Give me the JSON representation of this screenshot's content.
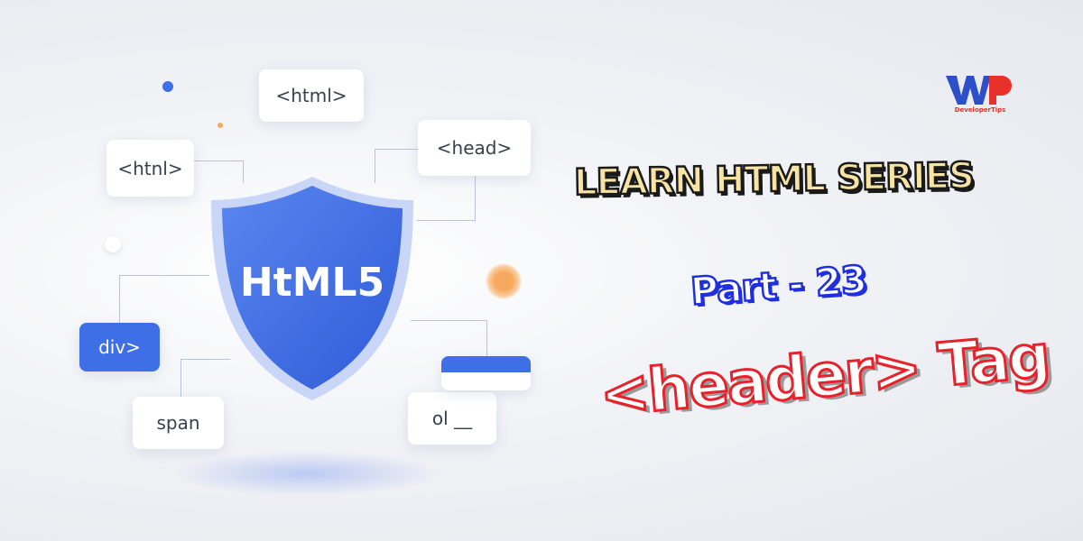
{
  "logo": {
    "mark": "WP",
    "subtitle": "DeveloperTips"
  },
  "cards": {
    "html_top": "<html>",
    "html_left": "<htnl>",
    "head": "<head>",
    "div": "div>",
    "span": "span",
    "ol": "ol __"
  },
  "shield": {
    "label": "HtML5",
    "color": "#3f6fe6"
  },
  "title": {
    "series": "LEARN HTML SERIES",
    "part": "Part - 23",
    "topic": "<header> Tag"
  },
  "colors": {
    "series": "#f7e4a4",
    "part": "#1f2fe0",
    "topic": "#e8212b",
    "orange_dot": "#f6a85e",
    "blue_dot": "#3f6fe6"
  }
}
